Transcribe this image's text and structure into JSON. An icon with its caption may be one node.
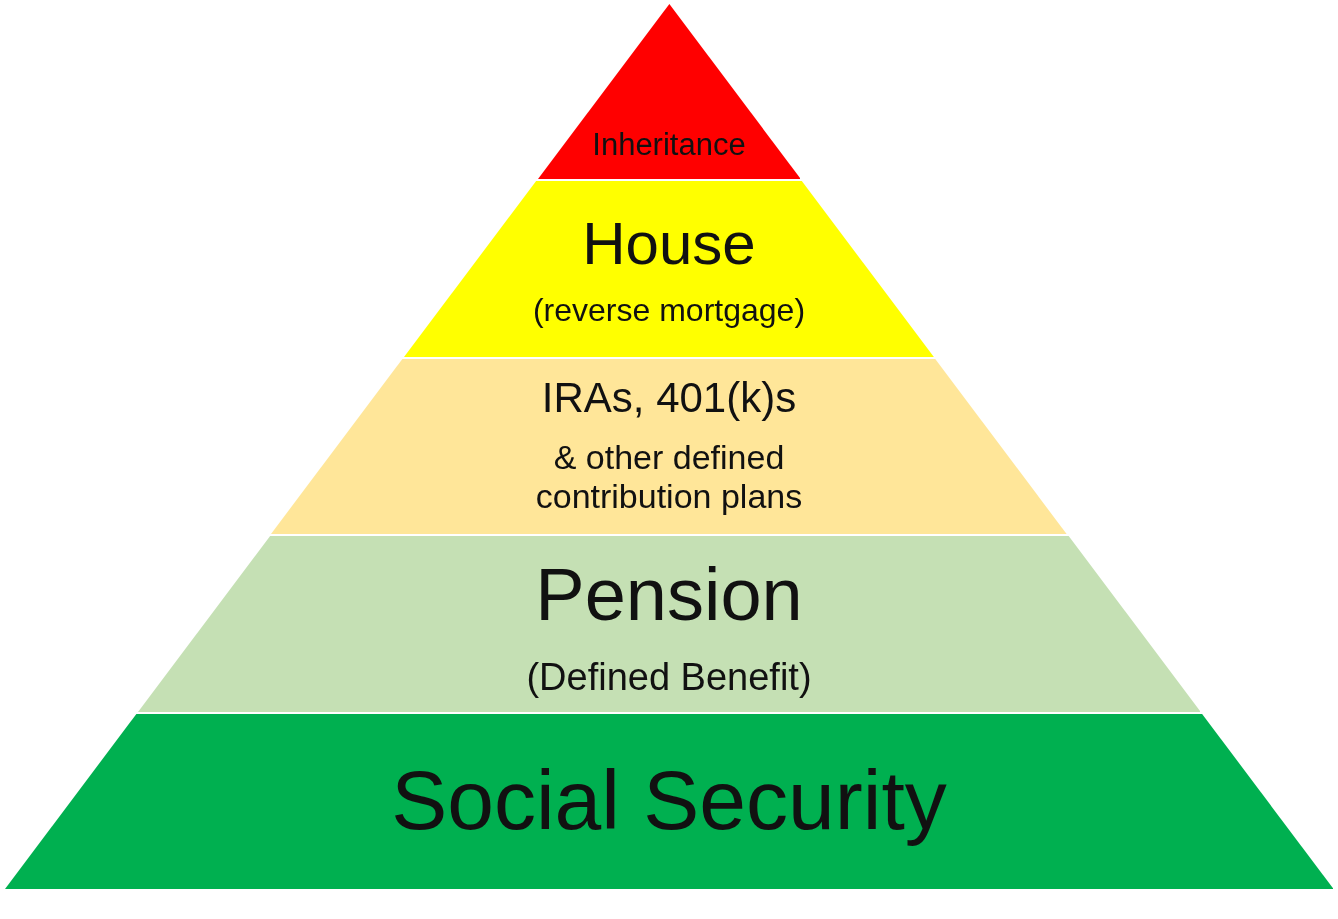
{
  "diagram": {
    "nodes": [
      {
        "text": [
          "Inheritance"
        ]
      },
      {
        "text": [
          "House",
          "(reverse mortgage)"
        ]
      },
      {
        "text": [
          "IRAs, 401(k)s",
          "& other defined contribution plans"
        ]
      },
      {
        "text": [
          "Pension",
          "(Defined Benefit)"
        ]
      },
      {
        "text": [
          "Social Security"
        ]
      }
    ]
  }
}
